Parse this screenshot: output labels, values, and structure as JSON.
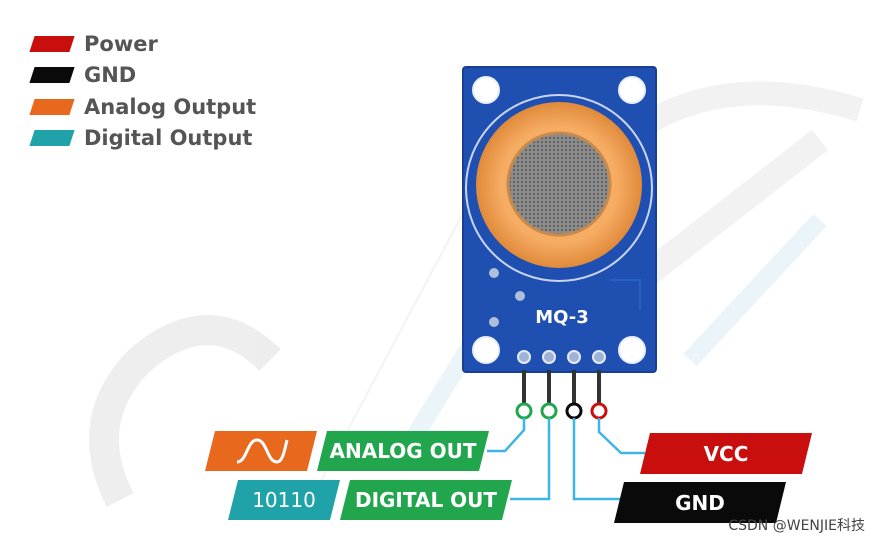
{
  "legend": [
    {
      "label": "Power",
      "color": "#c90e0e"
    },
    {
      "label": "GND",
      "color": "#0a0a0a"
    },
    {
      "label": "Analog Output",
      "color": "#e8691e"
    },
    {
      "label": "Digital Output",
      "color": "#20a3a8"
    }
  ],
  "board": {
    "model_label": "MQ-3",
    "board_color": "#1f4fb0",
    "sensor_cap_color": "#f3a35a"
  },
  "pins": {
    "analog_out_label": "ANALOG OUT",
    "digital_out_label": "DIGITAL OUT",
    "vcc_label": "VCC",
    "gnd_label": "GND",
    "digital_icon_text": "10110"
  },
  "watermark": {
    "bottom_right": "CSDN @WENJIE科技"
  },
  "colors": {
    "green_tag": "#21a64e",
    "teal_tag": "#20a3a8",
    "orange_tag": "#e8691e",
    "red_tag": "#c90e0e",
    "black_tag": "#0a0a0a",
    "wire_blue": "#3fb5e6"
  }
}
